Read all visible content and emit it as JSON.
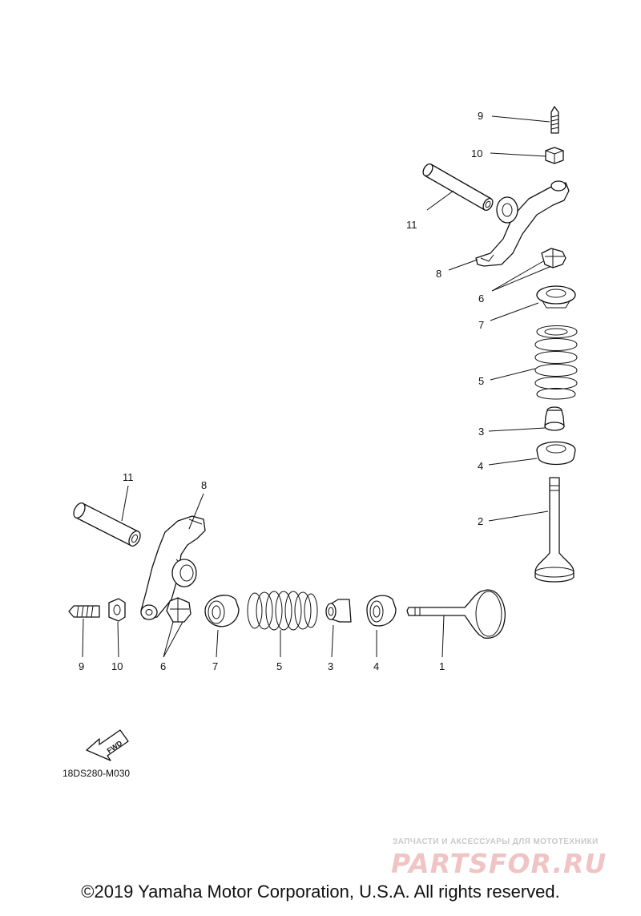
{
  "diagram": {
    "code": "18DS280-M030",
    "fwd_label": "FWD",
    "copyright": "©2019 Yamaha Motor Corporation, U.S.A. All rights reserved.",
    "watermark": {
      "tagline": "ЗАПЧАСТИ И АКСЕССУАРЫ ДЛЯ МОТОТЕХНИКИ",
      "logo": "PARTSFOR.RU"
    },
    "callouts_right": [
      "9",
      "10",
      "11",
      "8",
      "6",
      "7",
      "5",
      "3",
      "4",
      "2"
    ],
    "callouts_left_top": [
      "11",
      "8"
    ],
    "callouts_bottom": [
      "9",
      "10",
      "6",
      "7",
      "5",
      "3",
      "4",
      "1"
    ]
  }
}
